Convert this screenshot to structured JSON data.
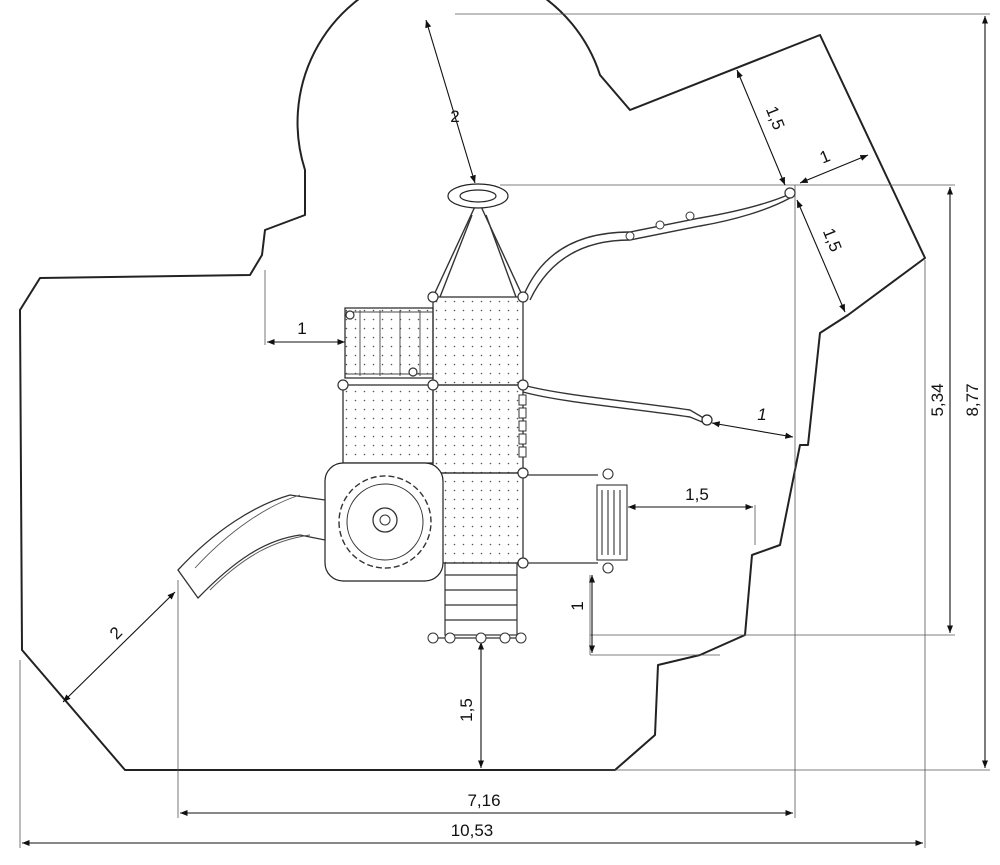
{
  "drawing": {
    "labels": {
      "overall_width": "10,53",
      "inner_width": "7,16",
      "overall_height": "8,77",
      "inner_height": "5,34",
      "top_radius": "2",
      "slide_zone": "2",
      "top_right_a": "1,5",
      "top_right_gap": "1",
      "top_right_b": "1,5",
      "left_ladder": "1",
      "zipline_gap": "1",
      "bench_gap": "1,5",
      "bench_vertical": "1",
      "bottom_gap": "1,5"
    }
  }
}
